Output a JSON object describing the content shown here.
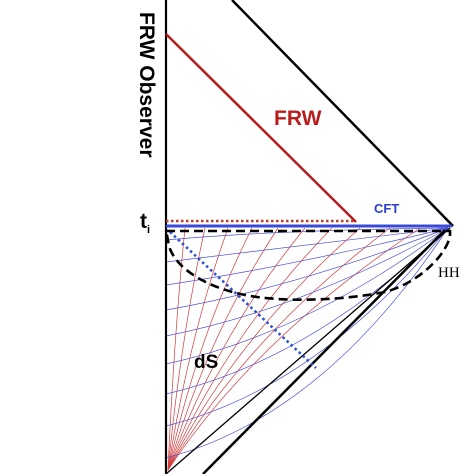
{
  "labels": {
    "frw_observer": "FRW Observer",
    "frw": "FRW",
    "cft": "CFT",
    "t_main": "t",
    "t_sub": "i",
    "ds": "dS",
    "hh": "HH"
  },
  "colors": {
    "frame": "#000000",
    "frw_line": "#b81c1c",
    "cft_line": "#3a4ad8",
    "grid_red": "#d23a3a",
    "grid_blue": "#4a54d6",
    "dotted_blue": "#2f4fd0",
    "dotted_red": "#c0392b",
    "hh_dash": "#000000"
  }
}
